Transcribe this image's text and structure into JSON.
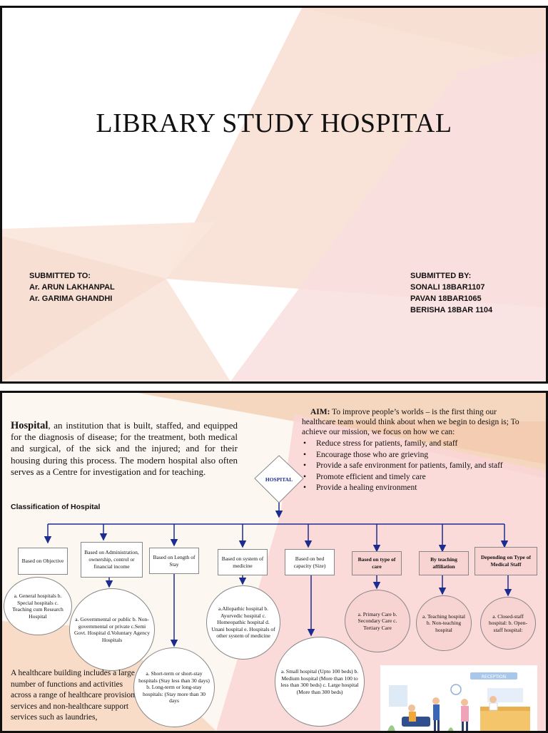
{
  "slide1": {
    "title": "LIBRARY STUDY HOSPITAL",
    "submitted_to": {
      "heading": "SUBMITTED TO:",
      "names": [
        "Ar. ARUN LAKHANPAL",
        "Ar. GARIMA GHANDHI"
      ]
    },
    "submitted_by": {
      "heading": "SUBMITTED BY:",
      "names": [
        "SONALI 18BAR1107",
        "PAVAN 18BAR1065",
        "BERISHA 18BAR 1104"
      ]
    }
  },
  "slide2": {
    "intro_term": "Hospital",
    "intro_rest": ", an institution that is built, staffed, and equipped for the diagnosis of disease; for the treatment, both medical and surgical, of the sick and the injured; and for their housing during this process. The modern hospital also often serves as a Centre for investigation and for teaching.",
    "classification_title": "Classification of Hospital",
    "aim_label": "AIM:",
    "aim_text": " To improve people’s worlds – is the first thing our healthcare team would think about when we begin to design is; To achieve our mission, we focus on how we can:",
    "aim_points": [
      "Reduce stress for patients, family, and staff",
      "Encourage those who are grieving",
      "Provide a safe environment for patients, family, and staff",
      "Promote efficient and timely care",
      "Provide a healing environment"
    ],
    "hospital_label": "HOSPITAL",
    "categories": [
      "Based on Objective",
      "Based on Administration, ownership, control or financial income",
      "Based on Length of Stay",
      "Based on system of medicine",
      "Based on bed capacity (Size)",
      "Based on type of care",
      "By teaching affiliation",
      "Depending on Type of Medical Staff"
    ],
    "details": [
      "a. General hospitals b. Special hospitals c. Teaching cum Research Hospital",
      "a. Governmental or public b. Non-governmental or private c.Semi Govt. Hospital d.Voluntary Agency Hospitals",
      "a. Short-term or short-stay hospitals (Stay less than 30 days) b. Long-term or long-stay hospitals: (Stay more than 30 days",
      "a.Allopathic hospital b. Ayurvedic hospital c. Homeopathic hospital d. Unani hospital e. Hospitals of other system of medicine",
      "a. Small hospital (Upto 100 beds) b. Medium hospital (More than 100 to less than 300 beds) c. Large hospital (More than 300 beds)",
      "a. Primary Care b. Secondary Care c. Tertiary Care",
      "a. Teaching hospital b. Non-teaching hospital",
      "a. Closed-staff hospital: b. Open-staff hospital:"
    ],
    "bottom_text": "A healthcare building includes a large number of functions and activities across a range of healthcare provision services and non-healthcare support services such as laundries,",
    "illustration_sign": "RECEPTION"
  },
  "colors": {
    "peach": "#f3cdb3",
    "pink": "#f7d3d1",
    "arrow_blue": "#1d2c8f",
    "border": "#111111"
  }
}
